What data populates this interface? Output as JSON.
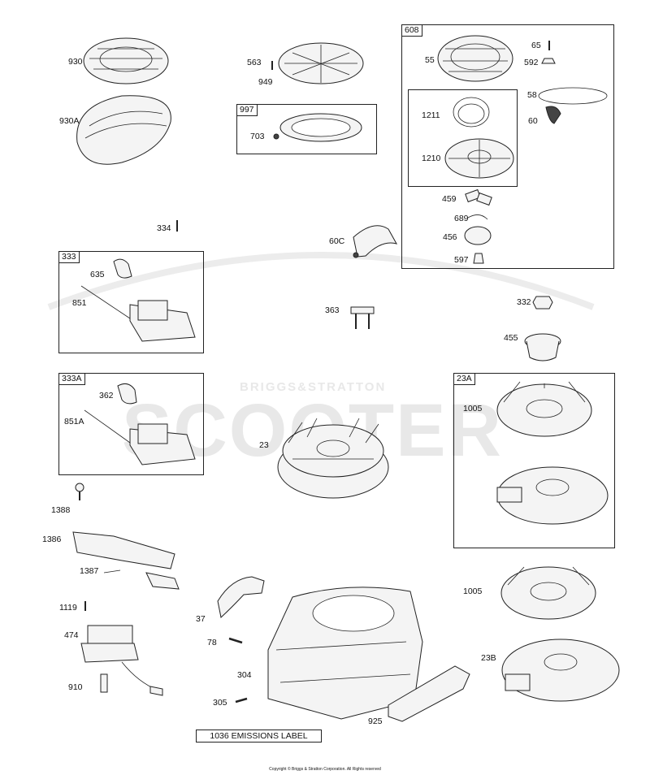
{
  "watermark": {
    "brand_top": "BRIGGS&STRATTON",
    "brand_main": "SCOOTER"
  },
  "boxes": {
    "b608": "608",
    "b997": "997",
    "b333": "333",
    "b333a": "333A",
    "b23a": "23A"
  },
  "labels": {
    "p930": "930",
    "p930a": "930A",
    "p563": "563",
    "p949": "949",
    "p703": "703",
    "p334": "334",
    "p55": "55",
    "p65": "65",
    "p592": "592",
    "p58": "58",
    "p60": "60",
    "p1211": "1211",
    "p1210": "1210",
    "p459": "459",
    "p689": "689",
    "p456": "456",
    "p597": "597",
    "p60c": "60C",
    "p635": "635",
    "p851": "851",
    "p363": "363",
    "p332": "332",
    "p455": "455",
    "p362": "362",
    "p851a": "851A",
    "p23": "23",
    "p1005a": "1005",
    "p1388": "1388",
    "p1386": "1386",
    "p1387": "1387",
    "p1119": "1119",
    "p474": "474",
    "p910": "910",
    "p37": "37",
    "p78": "78",
    "p304": "304",
    "p305": "305",
    "p925": "925",
    "p1005b": "1005",
    "p23b": "23B"
  },
  "emissions_label": "1036 EMISSIONS LABEL",
  "copyright": "Copyright © Briggs & Stratton Corporation. All Rights reserved"
}
